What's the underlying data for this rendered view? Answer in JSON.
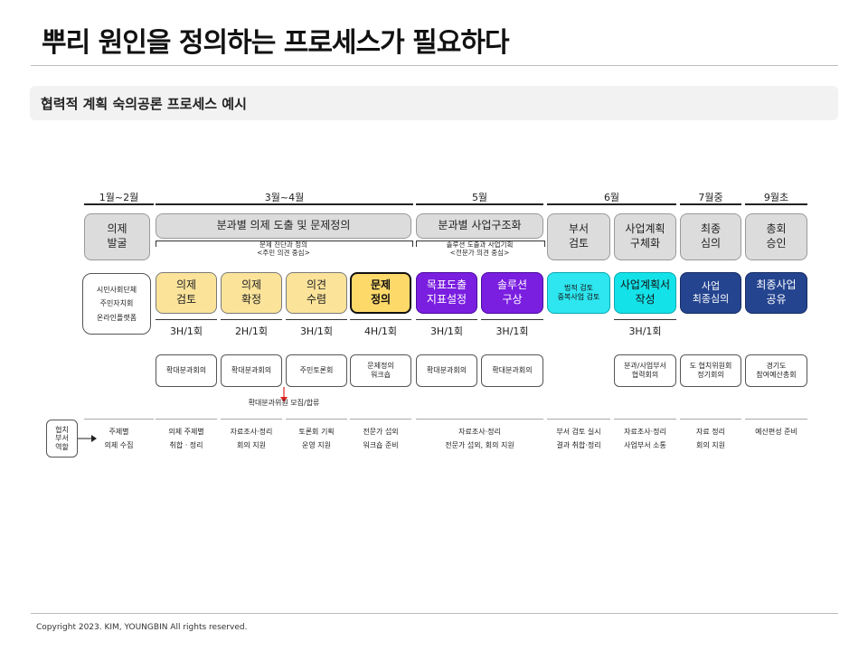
{
  "title": "뿌리 원인을 정의하는 프로세스가 필요하다",
  "subtitle": "협력적 계획 숙의공론 프로세스 예시",
  "months": [
    "1월~2월",
    "3월~4월",
    "5월",
    "6월",
    "7월중",
    "9월초"
  ],
  "phases": {
    "issue": "의제\n발굴",
    "bunkwa": "분과별 의제 도출 및 문제정의",
    "project": "분과별 사업구조화",
    "dept": "부서\n검토",
    "plan": "사업계획\n구체화",
    "final": "최종\n심의",
    "approve": "총회\n승인"
  },
  "brackets": {
    "b1": "문제 진단과 정의\n<주민 의견 중심>",
    "b2": "솔루션 도출과 사업기획\n<전문가 의견 중심>"
  },
  "participants": "시민사회단체\n주민자치회\n온라인플랫폼",
  "steps": [
    "의제\n검토",
    "의제\n확정",
    "의견\n수렴",
    "문제\n정의",
    "목표도출\n지표설정",
    "솔루션\n구상",
    "법적 검토\n중복사업 검토",
    "사업계획서\n작성",
    "사업\n최종심의",
    "최종사업\n공유"
  ],
  "hours": [
    "3H/1회",
    "2H/1회",
    "3H/1회",
    "4H/1회",
    "3H/1회",
    "3H/1회",
    "3H/1회"
  ],
  "meetings": [
    "확대분과회의",
    "확대분과회의",
    "주민토론회",
    "문제정의\n워크숍",
    "확대분과회의",
    "확대분과회의",
    "분과/사업부서\n협력회의",
    "도 협치위원회\n정기회의",
    "경기도\n참여예산총회"
  ],
  "recruit": "확대분과위원 모집/합류",
  "role_label": "협치\n부서\n역할",
  "roles": [
    "주제별\n의제 수집",
    "의제 주제별\n취합 · 정리",
    "자료조사·정리\n회의 지원",
    "토론회 기획\n운영 지원",
    "전문가 섭외\n워크숍 준비",
    "자료조사·정리\n전문가 섭외, 회의 지원",
    "부서 검토 실시\n결과 취합·정리",
    "자료조사·정리\n사업부서 소통",
    "자료 정리\n회의 지원",
    "예산편성 준비"
  ],
  "footer": "Copyright 2023.  KIM, YOUNGBIN All rights reserved.",
  "colors": {
    "yellow": "#fbe39a",
    "purple": "#7a1ee0",
    "cyan": "#14e2e9",
    "navy": "#24448f",
    "gray": "#dcdcdc"
  }
}
